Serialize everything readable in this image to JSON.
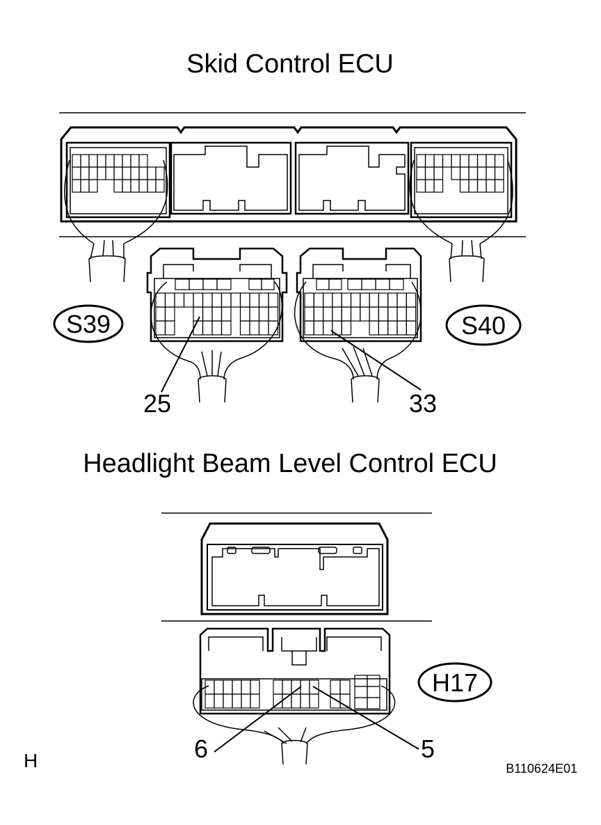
{
  "titles": {
    "top": "Skid Control ECU",
    "bottom": "Headlight Beam Level Control ECU"
  },
  "connectors": {
    "s39": "S39",
    "s40": "S40",
    "h17": "H17"
  },
  "pins": {
    "s39_pin": "25",
    "s40_pin": "33",
    "h17_pin_a": "6",
    "h17_pin_b": "5"
  },
  "corner_letter": "H",
  "figure_code": "B110624E01"
}
